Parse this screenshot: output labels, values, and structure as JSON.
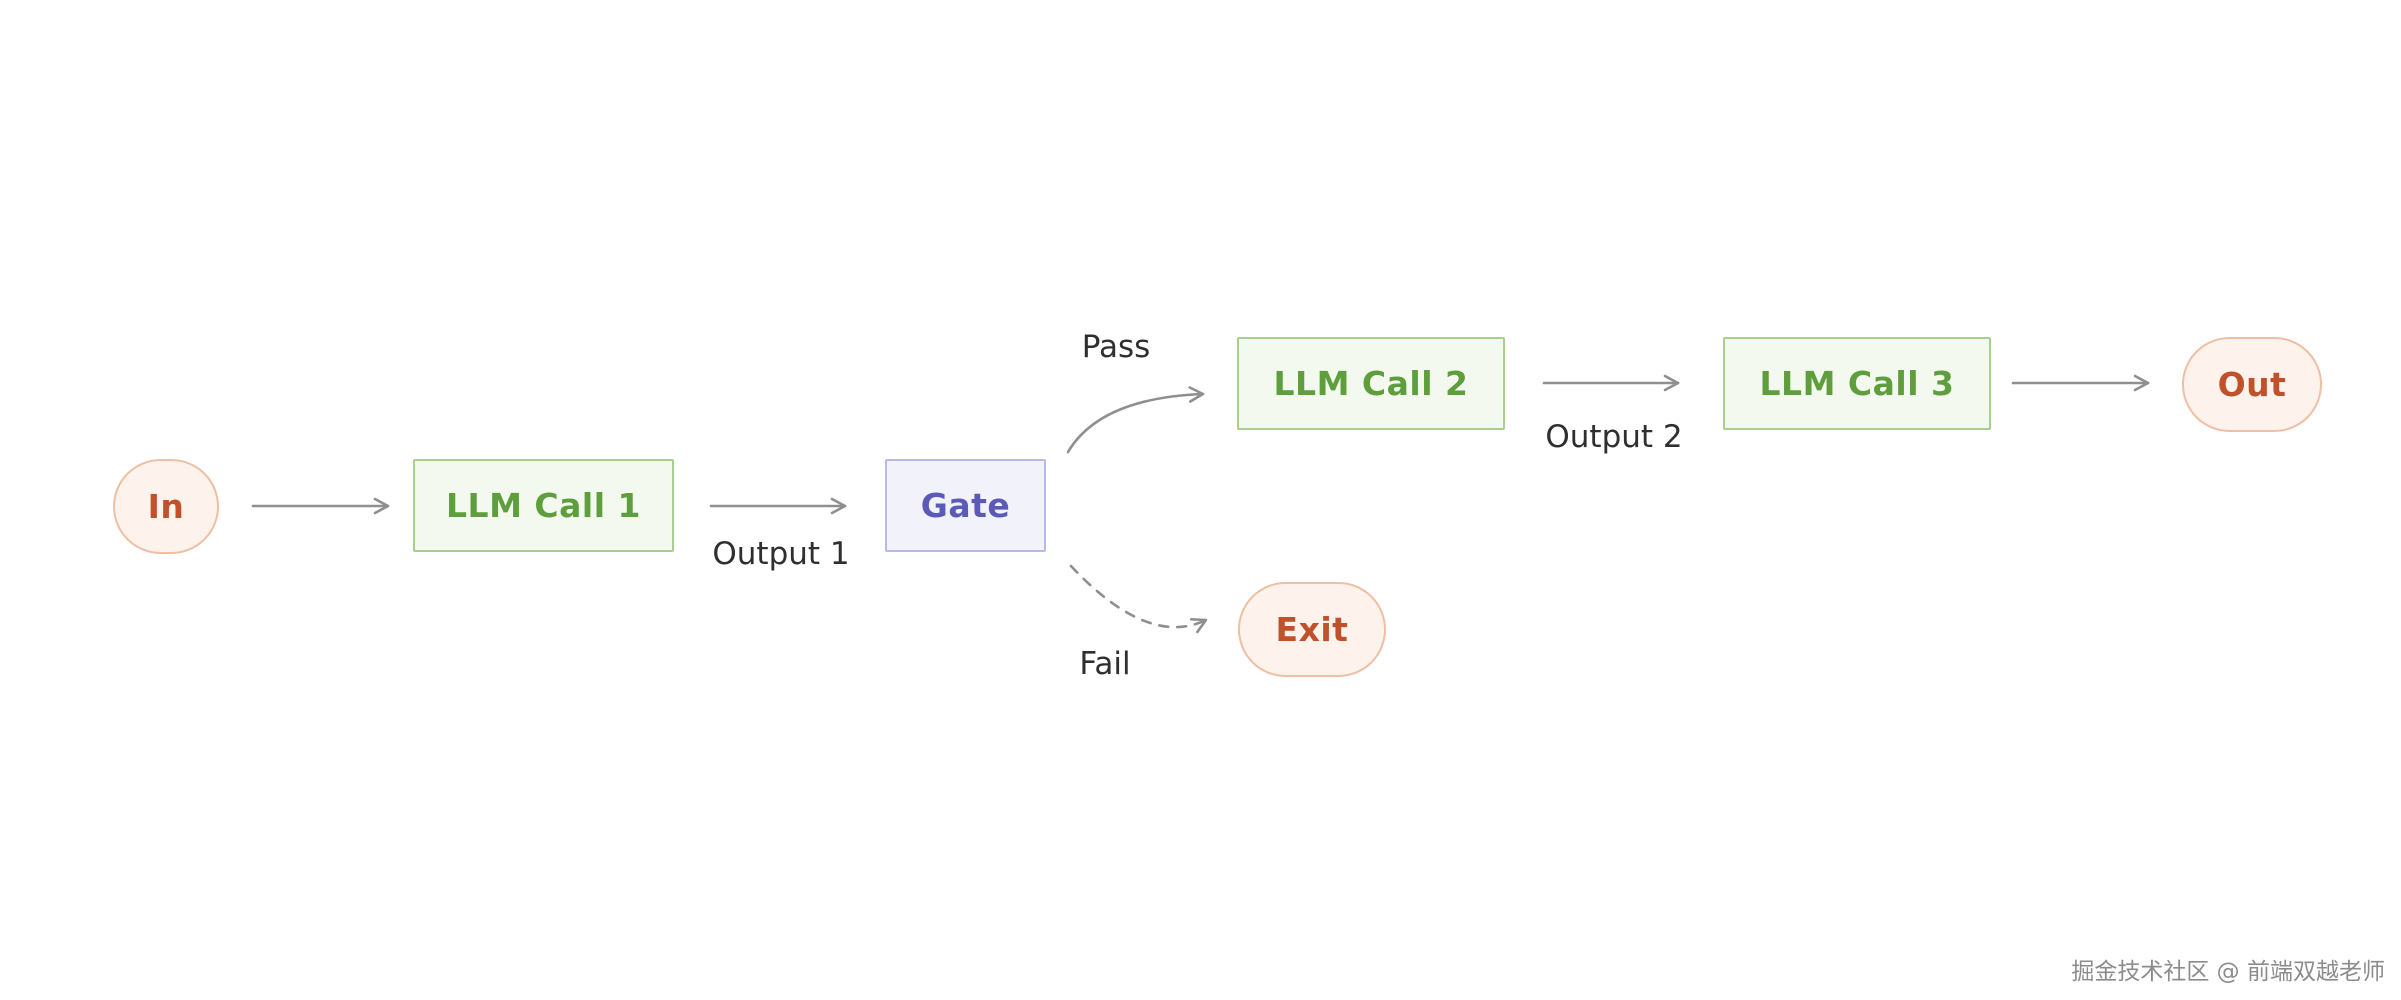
{
  "diagram": {
    "nodes": {
      "in": {
        "label": "In"
      },
      "llm_call_1": {
        "label": "LLM Call 1"
      },
      "gate": {
        "label": "Gate"
      },
      "llm_call_2": {
        "label": "LLM Call 2"
      },
      "llm_call_3": {
        "label": "LLM Call 3"
      },
      "out": {
        "label": "Out"
      },
      "exit": {
        "label": "Exit"
      }
    },
    "edge_labels": {
      "output1": "Output 1",
      "pass": "Pass",
      "output2": "Output 2",
      "fail": "Fail"
    },
    "colors": {
      "background": "#ffffff",
      "process_fill": "#f3f9ee",
      "process_border": "#a8cf8d",
      "process_text": "#5f9e3c",
      "gate_fill": "#f2f2fb",
      "gate_border": "#b9b9e8",
      "gate_text": "#5b5ab7",
      "terminal_fill": "#fdf3ec",
      "terminal_border": "#eebfa4",
      "terminal_text": "#c0512b",
      "arrow": "#8f8f8f",
      "label_text": "#2f2f2f"
    }
  },
  "watermark": {
    "text": "掘金技术社区 @ 前端双越老师"
  }
}
